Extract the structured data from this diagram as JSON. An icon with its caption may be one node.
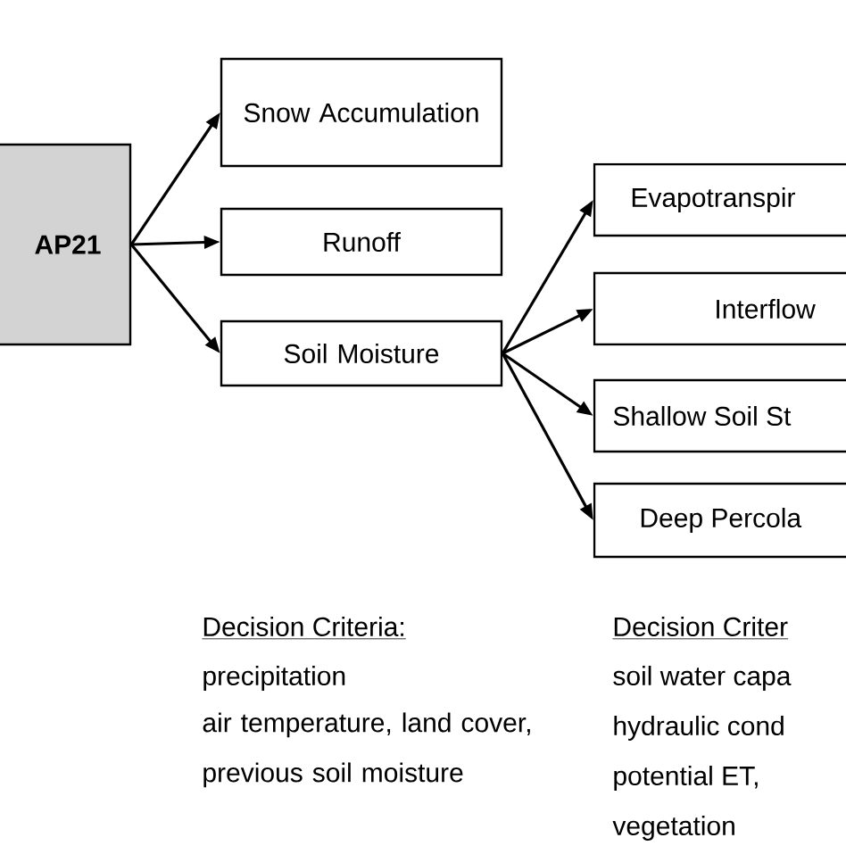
{
  "diagram": {
    "nodes": [
      {
        "text": [
          "AP21"
        ]
      },
      {
        "text": [
          "Snow Accumulation"
        ]
      },
      {
        "text": [
          "Runoff"
        ]
      },
      {
        "text": [
          "Soil Moisture"
        ]
      },
      {
        "text": [
          "Evapotranspir"
        ]
      },
      {
        "text": [
          "Interflow"
        ]
      },
      {
        "text": [
          "Shallow Soil St"
        ]
      },
      {
        "text": [
          "Deep Percola"
        ]
      }
    ],
    "edges": [
      {
        "from": 0,
        "to": 1,
        "arrow": "to"
      },
      {
        "from": 0,
        "to": 2,
        "arrow": "to"
      },
      {
        "from": 0,
        "to": 3,
        "arrow": "to"
      },
      {
        "from": 3,
        "to": 4,
        "arrow": "to"
      },
      {
        "from": 3,
        "to": 5,
        "arrow": "to"
      },
      {
        "from": 3,
        "to": 6,
        "arrow": "to"
      },
      {
        "from": 3,
        "to": 7,
        "arrow": "to"
      }
    ],
    "labels": [
      "Decision Criteria:",
      "precipitation",
      "air temperature, land cover, previous soil moisture",
      "Decision Criter",
      "soil water capa",
      "hydraulic cond",
      "potential ET,",
      "vegetation"
    ]
  }
}
